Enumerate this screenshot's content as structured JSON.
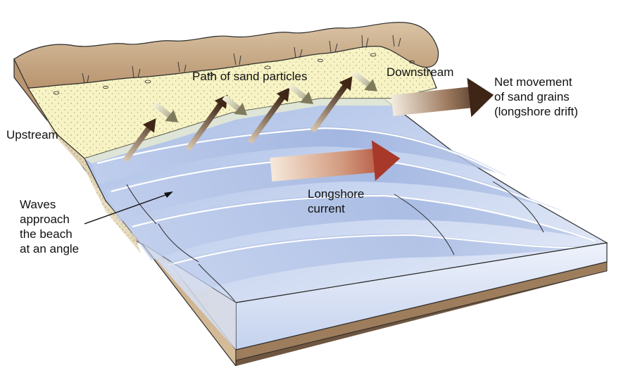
{
  "labels": {
    "path_of_sand": "Path of sand particles",
    "downstream": "Downstream",
    "upstream": "Upstream",
    "net_movement": "Net movement\nof sand grains\n(longshore drift)",
    "longshore_current": "Longshore\ncurrent",
    "waves": "Waves\napproach\nthe beach\nat an angle"
  },
  "colors": {
    "water_light": "#e4ebf8",
    "water_mid": "#b3c4e6",
    "water_dark": "#8fa5d6",
    "sand": "#f7f3c4",
    "earth": "#c8a882",
    "earth_dark": "#8a6e52",
    "arrow_brown": "#4a2e1c",
    "arrow_current": "#b54a35"
  }
}
